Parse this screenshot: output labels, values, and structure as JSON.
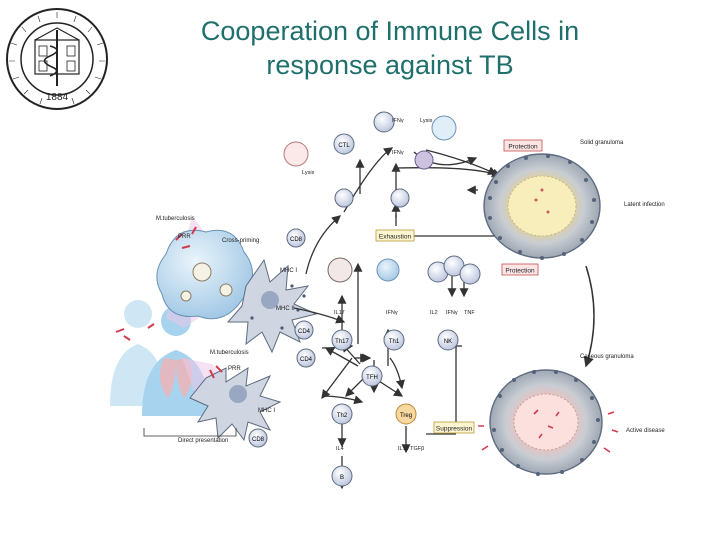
{
  "title": {
    "line1": "Cooperation of Immune Cells in",
    "line2": "response against TB"
  },
  "seal": {
    "year": "1884"
  },
  "diagram": {
    "boxes": {
      "protection_top": "Protection",
      "exhaustion": "Exhaustion",
      "protection_mid": "Protection",
      "suppression": "Suppression"
    },
    "granuloma_labels": {
      "solid": "Solid granuloma",
      "latent": "Latent infection",
      "caseous": "Caseous granuloma",
      "active": "Active disease"
    },
    "pathogen_labels": {
      "mtb_top": "M.tuberculosis",
      "mtb_bottom": "M.tuberculosis",
      "prr_top": "PRR",
      "prr_bottom": "PRR"
    },
    "process_labels": {
      "cross_priming": "Cross-priming",
      "direct_presentation": "Direct presentation",
      "mhc1_top": "MHC I",
      "mhc2": "MHC II",
      "mhc1_bottom": "MHC I"
    },
    "cell_labels": {
      "ctl": "CTL",
      "cd8_top": "CD8",
      "cd4": "CD4",
      "cd4_b": "CD4",
      "cd8_bottom": "CD8",
      "th17": "Th17",
      "th1": "Th1",
      "th2": "Th2",
      "treg": "Treg",
      "tfh": "TFH",
      "b": "B",
      "nk": "NK"
    },
    "cytokine_labels": {
      "ifn_top": "IFNγ",
      "lysis_left": "Lysis",
      "lysis_right": "Lysis",
      "ifn_mid": "IFNγ",
      "il17": "IL17",
      "ifn_low": "IFNγ",
      "il2": "IL2",
      "ifn_right": "IFNγ",
      "tnf": "TNF",
      "il4": "IL4",
      "il10": "IL10 TGFβ"
    }
  }
}
